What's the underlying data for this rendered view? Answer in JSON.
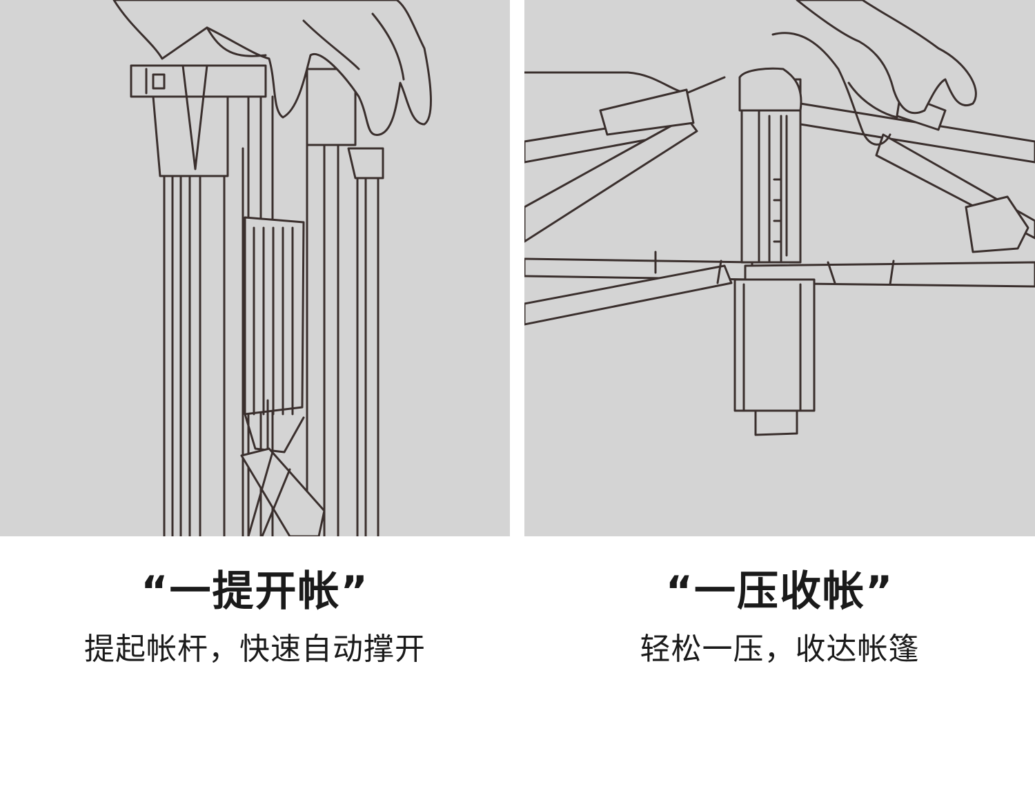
{
  "panels": [
    {
      "title": "“一提开帐”",
      "subtitle": "提起帐杆，快速自动撑开",
      "illustration": "hand-lifting-tent-pole"
    },
    {
      "title": "“一压收帐”",
      "subtitle": "轻松一压，收达帐篷",
      "illustration": "hand-pressing-tent-joint"
    }
  ],
  "colors": {
    "panel_background": "#d4d4d4",
    "line": "#3a2f2d",
    "text": "#1a1a1a",
    "page_background": "#ffffff"
  }
}
